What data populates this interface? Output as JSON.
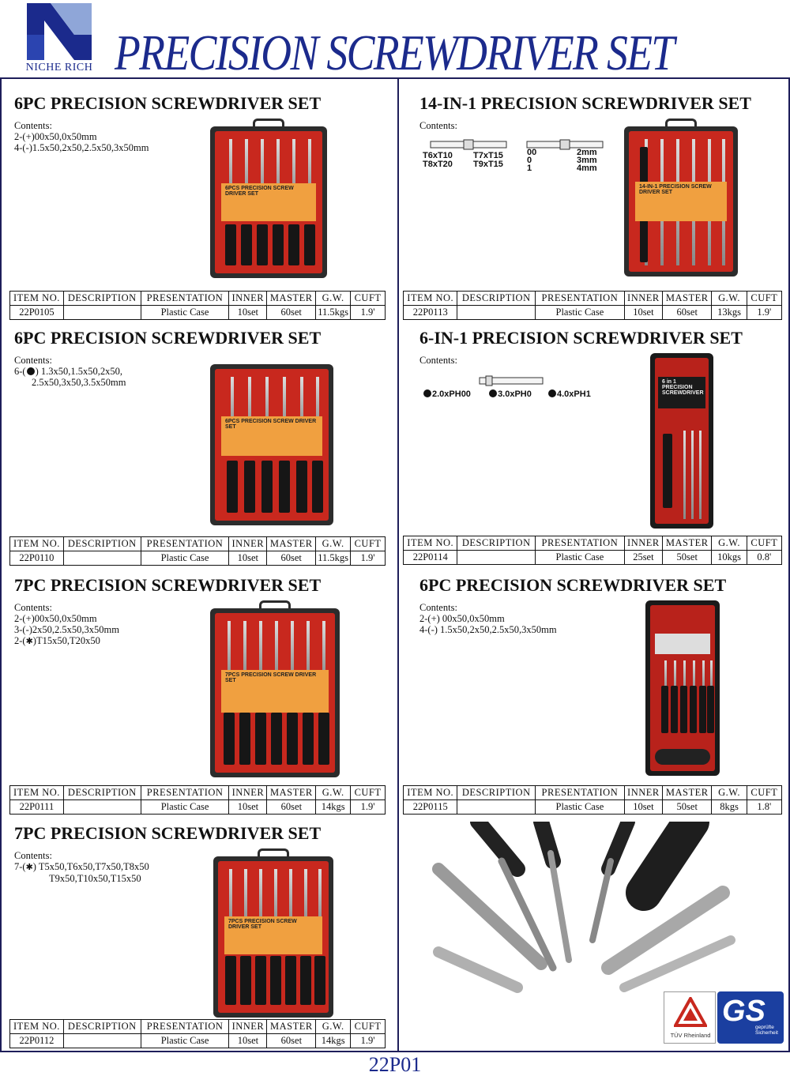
{
  "header": {
    "logo_text": "NICHE RICH",
    "title": "PRECISION SCREWDRIVER SET"
  },
  "table_headers": [
    "ITEM NO.",
    "DESCRIPTION",
    "PRESENTATION",
    "INNER",
    "MASTER",
    "G.W.",
    "CUFT"
  ],
  "products": [
    {
      "title": "6PC PRECISION SCREWDRIVER SET",
      "contents_label": "Contents:",
      "contents": [
        "2-(+)00x50,0x50mm",
        "4-(-)1.5x50,2x50,2.5x50,3x50mm"
      ],
      "box_label": "6PCS PRECISION SCREW DRIVER SET",
      "item_no": "22P0105",
      "description": "",
      "presentation": "Plastic Case",
      "inner": "10set",
      "master": "60set",
      "gw": "11.5kgs",
      "cuft": "1.9'"
    },
    {
      "title": "14-IN-1 PRECISION SCREWDRIVER SET",
      "contents_label": "Contents:",
      "bits_a": [
        "T6xT10",
        "T8xT20"
      ],
      "bits_b": [
        "T7xT15",
        "T9xT15"
      ],
      "bits_c": [
        "00",
        "0",
        "1"
      ],
      "bits_d": [
        "2mm",
        "3mm",
        "4mm"
      ],
      "box_label": "14-IN-1 PRECISION SCREW DRIVER SET",
      "item_no": "22P0113",
      "description": "",
      "presentation": "Plastic Case",
      "inner": "10set",
      "master": "60set",
      "gw": "13kgs",
      "cuft": "1.9'"
    },
    {
      "title": "6PC PRECISION SCREWDRIVER SET",
      "contents_label": "Contents:",
      "contents_prefix": "6-(",
      "contents_after": ") 1.3x50,1.5x50,2x50,",
      "contents_line2": "2.5x50,3x50,3.5x50mm",
      "box_label": "6PCS PRECISION SCREW DRIVER SET",
      "item_no": "22P0110",
      "description": "",
      "presentation": "Plastic Case",
      "inner": "10set",
      "master": "60set",
      "gw": "11.5kgs",
      "cuft": "1.9'"
    },
    {
      "title": "6-IN-1 PRECISION SCREWDRIVER SET",
      "contents_label": "Contents:",
      "bits": [
        "2.0xPH00",
        "3.0xPH0",
        "4.0xPH1"
      ],
      "box_label": "6 in 1 PRECISION SCREWDRIVER",
      "item_no": "22P0114",
      "description": "",
      "presentation": "Plastic Case",
      "inner": "25set",
      "master": "50set",
      "gw": "10kgs",
      "cuft": "0.8'"
    },
    {
      "title": "7PC PRECISION SCREWDRIVER SET",
      "contents_label": "Contents:",
      "contents": [
        "2-(+)00x50,0x50mm",
        "3-(-)2x50,2.5x50,3x50mm"
      ],
      "contents_star_prefix": "2-(",
      "contents_star_after": ")T15x50,T20x50",
      "box_label": "7PCS PRECISION SCREW DRIVER SET",
      "item_no": "22P0111",
      "description": "",
      "presentation": "Plastic Case",
      "inner": "10set",
      "master": "60set",
      "gw": "14kgs",
      "cuft": "1.9'"
    },
    {
      "title": "6PC PRECISION SCREWDRIVER SET",
      "contents_label": "Contents:",
      "contents": [
        "2-(+) 00x50,0x50mm",
        "4-(-) 1.5x50,2x50,2.5x50,3x50mm"
      ],
      "item_no": "22P0115",
      "description": "",
      "presentation": "Plastic Case",
      "inner": "10set",
      "master": "50set",
      "gw": "8kgs",
      "cuft": "1.8'"
    },
    {
      "title": "7PC PRECISION SCREWDRIVER SET",
      "contents_label": "Contents:",
      "contents_star_prefix": "7-(",
      "contents_star_after": ") T5x50,T6x50,T7x50,T8x50",
      "contents_line2": "T9x50,T10x50,T15x50",
      "box_label": "7PCS PRECISION SCREW DRIVER SET",
      "item_no": "22P0112",
      "description": "",
      "presentation": "Plastic Case",
      "inner": "10set",
      "master": "60set",
      "gw": "14kgs",
      "cuft": "1.9'"
    }
  ],
  "certs": {
    "tuv": "TÜV Rheinland",
    "gs": "GS",
    "gs_sub1": "geprüfte",
    "gs_sub2": "Sicherheit"
  },
  "page_number": "22P01",
  "colors": {
    "brand_blue": "#1b2a8c",
    "case_red": "#c8281e",
    "label_orange": "#f0a040"
  }
}
